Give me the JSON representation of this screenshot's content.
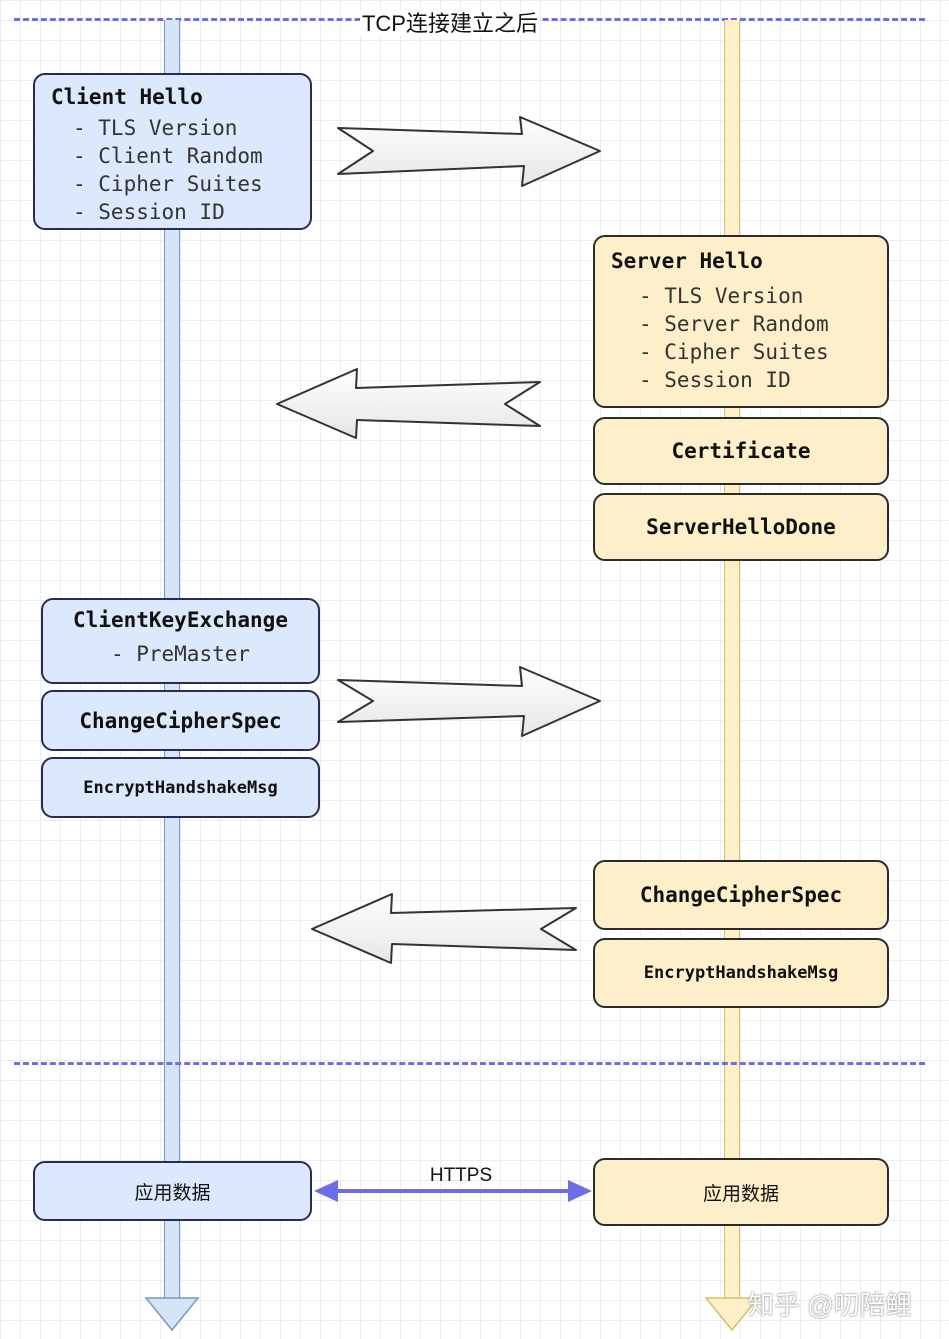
{
  "header": {
    "title": "TCP连接建立之后"
  },
  "client_hello": {
    "title": "Client Hello",
    "items": [
      "- TLS Version",
      "- Client Random",
      "- Cipher Suites",
      "- Session ID"
    ]
  },
  "server_hello": {
    "title": "Server Hello",
    "items": [
      "- TLS Version",
      "- Server Random",
      "- Cipher Suites",
      "- Session ID"
    ]
  },
  "server_messages": {
    "certificate": "Certificate",
    "hello_done": "ServerHelloDone",
    "change_cipher_spec": "ChangeCipherSpec",
    "encrypt_handshake": "EncryptHandshakeMsg"
  },
  "client_messages": {
    "key_exchange_title": "ClientKeyExchange",
    "key_exchange_item": "- PreMaster",
    "change_cipher_spec": "ChangeCipherSpec",
    "encrypt_handshake": "EncryptHandshakeMsg"
  },
  "app_data": {
    "client": "应用数据",
    "server": "应用数据",
    "protocol": "HTTPS"
  },
  "watermark": "知乎 @叨陪鲤",
  "colors": {
    "client_fill": "#dce8fb",
    "server_fill": "#fdefc9",
    "dash": "#6f6fe0",
    "https_arrow": "#6d6de8"
  }
}
